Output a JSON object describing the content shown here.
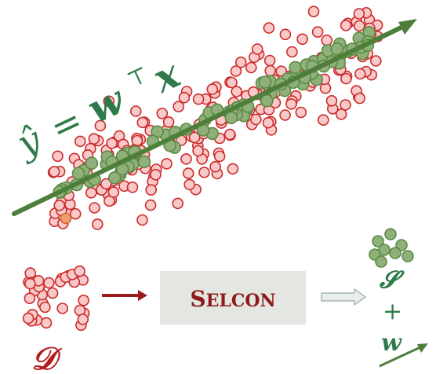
{
  "colors": {
    "red_fill": "#f9c9c9",
    "red_stroke": "#cc2a2a",
    "green_fill": "#8fb07a",
    "green_stroke": "#5c8a44",
    "line_green": "#4e7f3a",
    "orange_fill": "#f0a070",
    "orange_stroke": "#d9602a",
    "box_fill": "#e4e6e2",
    "box_text": "#8e1a1a",
    "arrow_red": "#9b1b1b",
    "arrow_light": "#c9d4d4",
    "label_green": "#2f7a4a",
    "label_red": "#b31a1a"
  },
  "labels": {
    "equation_lhs": "ŷ",
    "equation_eq": "=",
    "equation_w": "w",
    "equation_T": "⊤",
    "equation_x": "x",
    "dataset": "𝒟",
    "box_first": "S",
    "box_rest": "ELCON",
    "subset": "𝓢",
    "plus": "+",
    "weight": "w"
  }
}
